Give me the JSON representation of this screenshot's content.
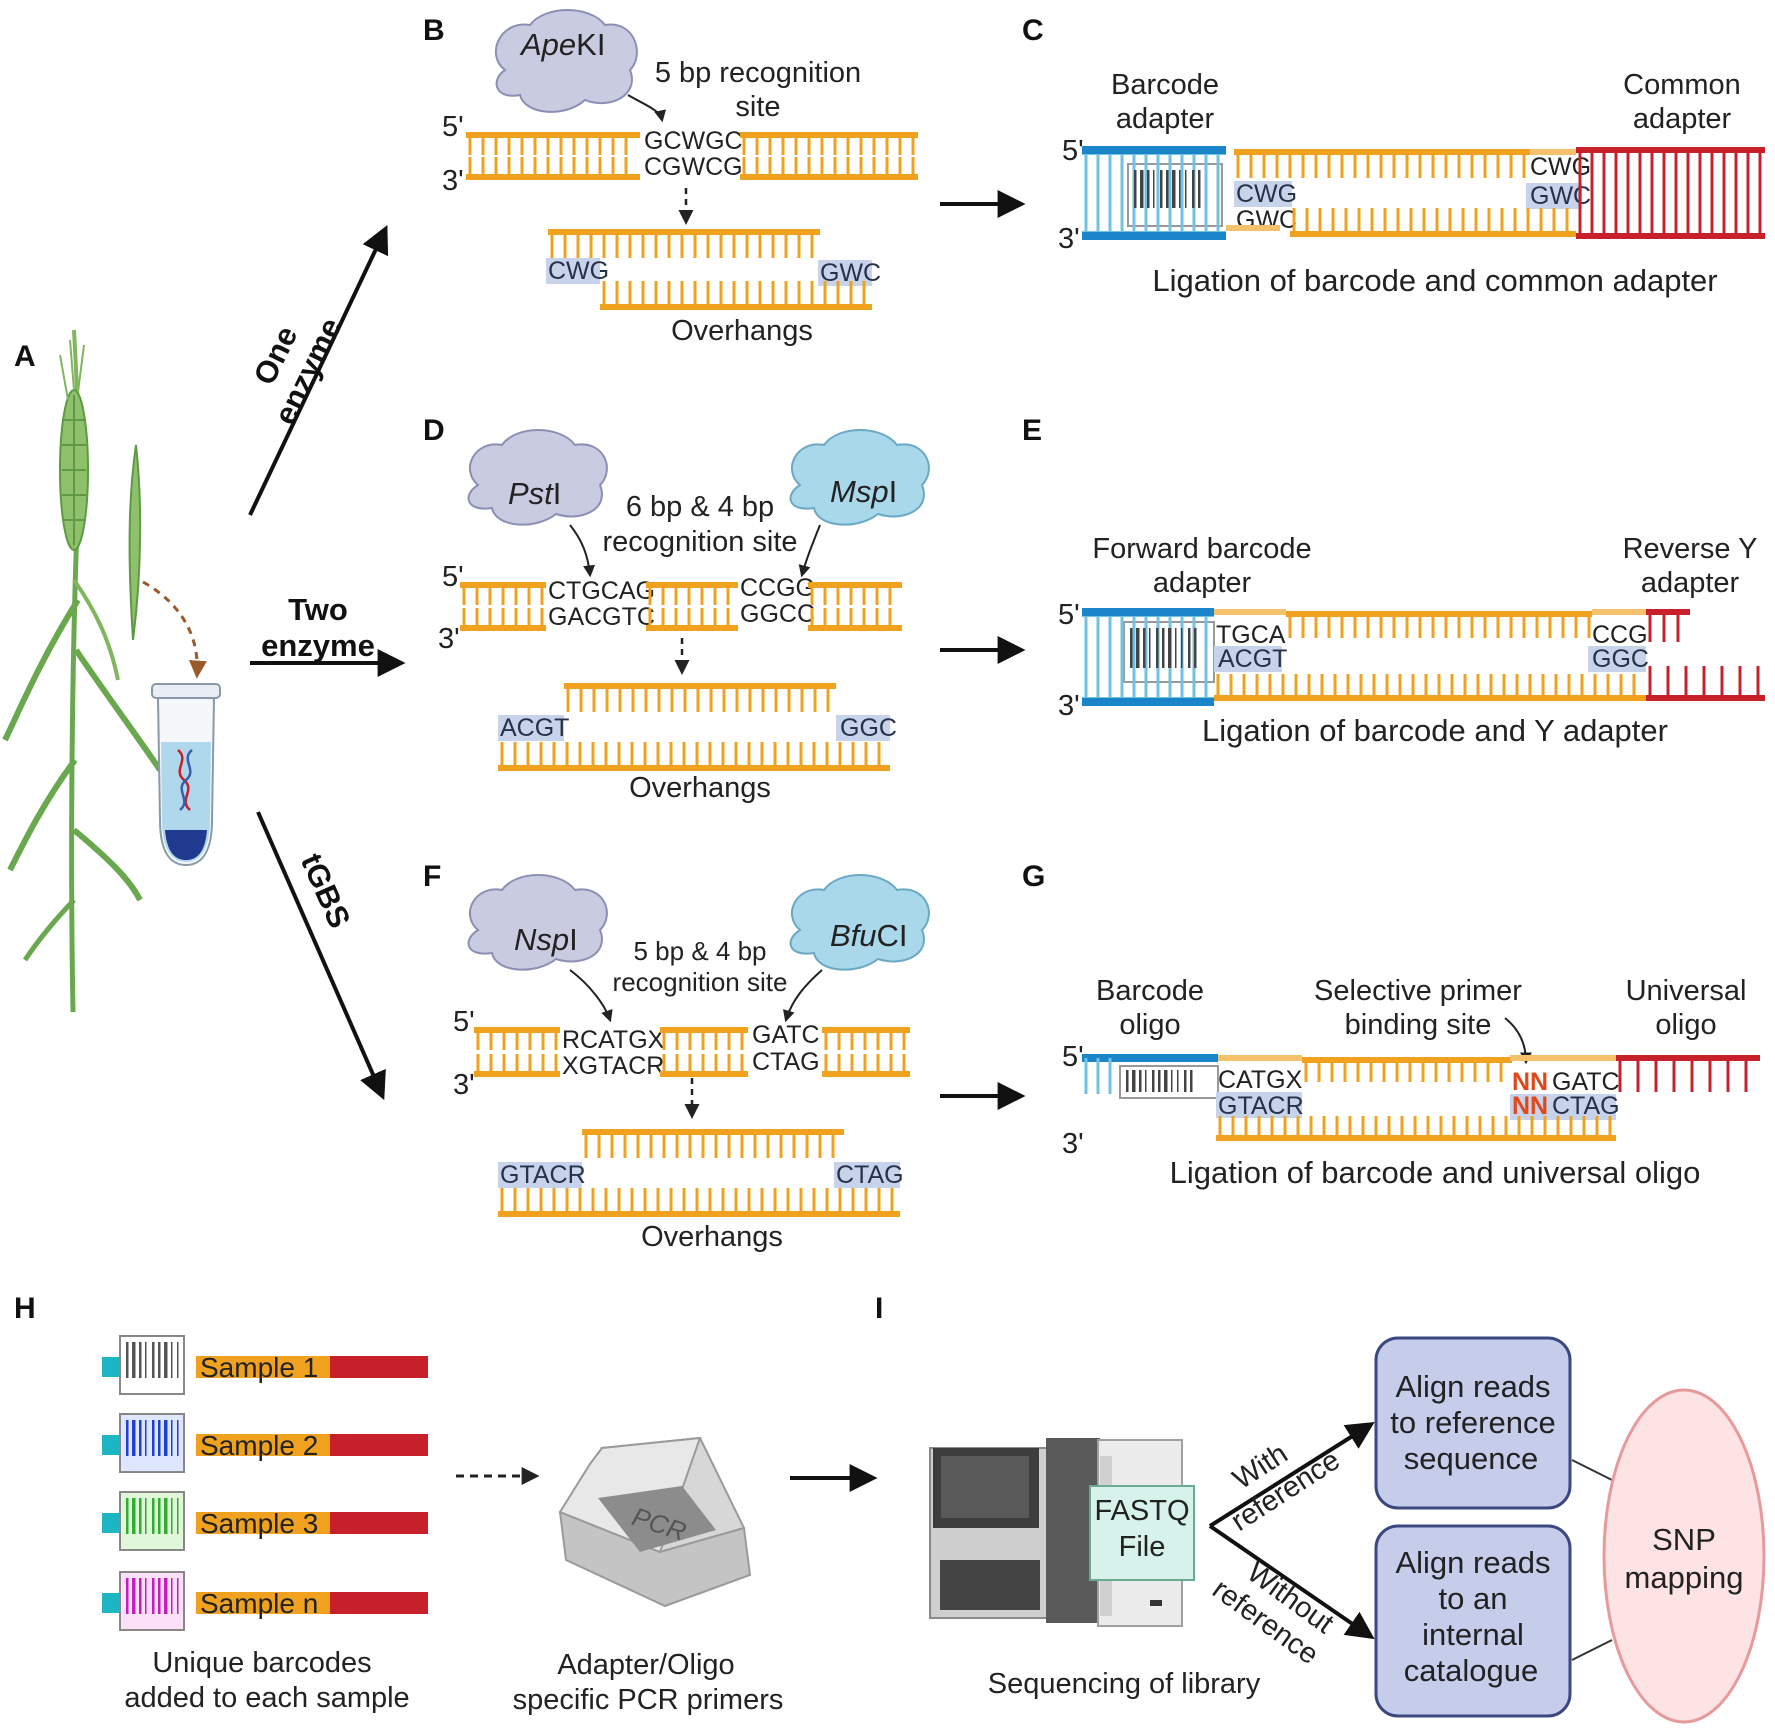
{
  "panels": {
    "A": "A",
    "B": "B",
    "C": "C",
    "D": "D",
    "E": "E",
    "F": "F",
    "G": "G",
    "H": "H",
    "I": "I"
  },
  "routes": {
    "one_enzyme": [
      "One",
      "enzyme"
    ],
    "two_enzyme": [
      "Two",
      "enzyme"
    ],
    "tgbs": "tGBS"
  },
  "panel_B": {
    "enzyme_italic": "Ape",
    "enzyme_rest": "KI",
    "site_label": [
      "5 bp recognition",
      "site"
    ],
    "top_seq": "GCWGC",
    "bottom_seq": "CGWCG",
    "overhang_left": "CWG",
    "overhang_right": "GWC",
    "caption": "Overhangs",
    "five_prime": "5'",
    "three_prime": "3'"
  },
  "panel_C": {
    "left_adapter": [
      "Barcode",
      "adapter"
    ],
    "right_adapter": [
      "Common",
      "adapter"
    ],
    "left_top": "CWG",
    "left_bottom": "GWC",
    "right_top": "CWG",
    "right_bottom": "GWC",
    "caption": "Ligation of barcode and common adapter",
    "five_prime": "5'",
    "three_prime": "3'"
  },
  "panel_D": {
    "enzyme1_italic": "Pst",
    "enzyme1_rest": "I",
    "enzyme2_italic": "Msp",
    "enzyme2_rest": "I",
    "site_label": [
      "6 bp & 4 bp",
      "recognition site"
    ],
    "top_seq1": "CTGCAG",
    "bottom_seq1": "GACGTC",
    "top_seq2": "CCGG",
    "bottom_seq2": "GGCC",
    "overhang_left": "ACGT",
    "overhang_right": "GGC",
    "caption": "Overhangs",
    "five_prime": "5'",
    "three_prime": "3'"
  },
  "panel_E": {
    "left_adapter": [
      "Forward barcode",
      "adapter"
    ],
    "right_adapter": [
      "Reverse Y",
      "adapter"
    ],
    "left_top": "TGCA",
    "left_bottom": "ACGT",
    "right_top": "CCG",
    "right_bottom": "GGC",
    "caption": "Ligation of barcode and Y adapter",
    "five_prime": "5'",
    "three_prime": "3'"
  },
  "panel_F": {
    "enzyme1_italic": "Nsp",
    "enzyme1_rest": "I",
    "enzyme2_italic": "Bfu",
    "enzyme2_rest": "CI",
    "site_label": [
      "5 bp & 4 bp",
      "recognition site"
    ],
    "top_seq1": "RCATGX",
    "bottom_seq1": "XGTACR",
    "top_seq2": "GATC",
    "bottom_seq2": "CTAG",
    "overhang_left": "GTACR",
    "overhang_right": "CTAG",
    "caption": "Overhangs",
    "five_prime": "5'",
    "three_prime": "3'"
  },
  "panel_G": {
    "left_oligo": [
      "Barcode",
      "oligo"
    ],
    "middle_label": [
      "Selective primer",
      "binding site"
    ],
    "right_oligo": [
      "Universal",
      "oligo"
    ],
    "left_top": "CATGX",
    "left_bottom": "GTACR",
    "nn": "NN",
    "right_top": "GATC",
    "right_bottom": "CTAG",
    "caption": "Ligation of barcode and universal oligo",
    "five_prime": "5'",
    "three_prime": "3'"
  },
  "panel_H": {
    "samples": [
      {
        "label": "Sample 1",
        "barcode_color": "#555555",
        "bg": "#ffffff"
      },
      {
        "label": "Sample 2",
        "barcode_color": "#1e3fcf",
        "bg": "#dfe6ff"
      },
      {
        "label": "Sample 3",
        "barcode_color": "#2fae2f",
        "bg": "#e0f7da"
      },
      {
        "label": "Sample n",
        "barcode_color": "#c21ec2",
        "bg": "#fbe0f8"
      }
    ],
    "caption": [
      "Unique barcodes",
      "added to each sample"
    ],
    "pcr_label": "PCR",
    "pcr_caption": [
      "Adapter/Oligo",
      "specific PCR primers"
    ]
  },
  "panel_I": {
    "fastq": [
      "FASTQ",
      "File"
    ],
    "sequencer_caption": "Sequencing of library",
    "with_ref": [
      "With",
      "reference"
    ],
    "without_ref": [
      "Without",
      "reference"
    ],
    "box_top": [
      "Align reads",
      "to reference",
      "sequence"
    ],
    "box_bottom": [
      "Align reads",
      "to an",
      "internal",
      "catalogue"
    ],
    "snp": [
      "SNP",
      "mapping"
    ]
  },
  "colors": {
    "dna": "#f0a21f",
    "adapter_blue": "#1a86c9",
    "adapter_light": "#6fc2e3",
    "red_adapter": "#c8202a",
    "highlight": "#c7d3ea",
    "nn": "#e0481a",
    "box_fill": "#c6cdea",
    "box_stroke": "#3b4780",
    "snp_fill": "#fde3e3",
    "snp_stroke": "#e89a9a",
    "fastq_fill": "#d6f2ea",
    "cloud_grey": "#c9cbe0",
    "cloud_blue": "#a9d8ea"
  }
}
